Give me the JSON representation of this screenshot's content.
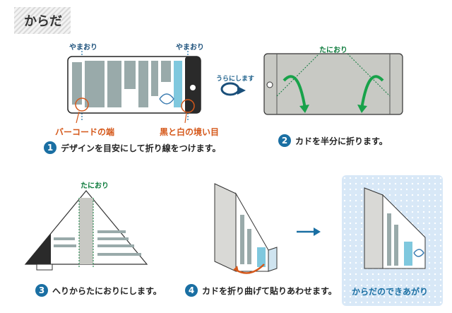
{
  "title": "からだ",
  "labels": {
    "yamaori_left": "やまおり",
    "yamaori_right": "やまおり",
    "uranishimasu": "うらにします",
    "taniori_card": "たにおり",
    "taniori_step3": "たにおり",
    "barcode_edge": "バーコードの端",
    "bw_boundary": "黒と白の境い目"
  },
  "steps": [
    {
      "num": "1",
      "text": "デザインを目安にして折り線をつけます。"
    },
    {
      "num": "2",
      "text": "カドを半分に折ります。"
    },
    {
      "num": "3",
      "text": "へりからたにおりにします。"
    },
    {
      "num": "4",
      "text": "カドを折り曲げて貼りあわせます。"
    }
  ],
  "result": {
    "text": "からだのできあがり"
  },
  "colors": {
    "accent_blue": "#1a6fa3",
    "green": "#0a7a3a",
    "orange": "#d5581a",
    "panel": "#d8e8f7"
  },
  "icons": [
    "flip-arrow-icon",
    "right-arrow-icon",
    "fold-arrow-icon"
  ]
}
